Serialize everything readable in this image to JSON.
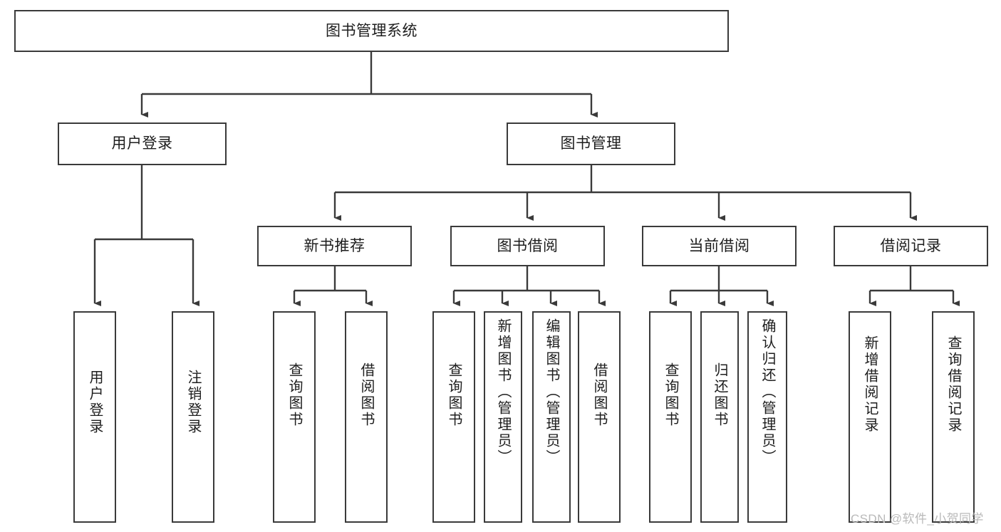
{
  "diagram": {
    "type": "hierarchy-tree",
    "title": "图书管理系统",
    "root": {
      "id": "root",
      "label": "图书管理系统"
    },
    "level2": [
      {
        "id": "user-login",
        "label": "用户登录"
      },
      {
        "id": "book-manage",
        "label": "图书管理"
      }
    ],
    "level3": [
      {
        "id": "new-book-rec",
        "label": "新书推荐",
        "parent": "book-manage"
      },
      {
        "id": "book-borrow",
        "label": "图书借阅",
        "parent": "book-manage"
      },
      {
        "id": "current-borrow",
        "label": "当前借阅",
        "parent": "book-manage"
      },
      {
        "id": "borrow-record",
        "label": "借阅记录",
        "parent": "book-manage"
      }
    ],
    "leaves": [
      {
        "id": "leaf-user-login",
        "label": "用户登录",
        "parent": "user-login"
      },
      {
        "id": "leaf-logout",
        "label": "注销登录",
        "parent": "user-login"
      },
      {
        "id": "leaf-query-book-1",
        "label": "查询图书",
        "parent": "new-book-rec"
      },
      {
        "id": "leaf-borrow-book-1",
        "label": "借阅图书",
        "parent": "new-book-rec"
      },
      {
        "id": "leaf-query-book-2",
        "label": "查询图书",
        "parent": "book-borrow"
      },
      {
        "id": "leaf-add-book",
        "label": "新增图书（管理员）",
        "parent": "book-borrow"
      },
      {
        "id": "leaf-edit-book",
        "label": "编辑图书（管理员）",
        "parent": "book-borrow"
      },
      {
        "id": "leaf-borrow-book-2",
        "label": "借阅图书",
        "parent": "book-borrow"
      },
      {
        "id": "leaf-query-book-3",
        "label": "查询图书",
        "parent": "current-borrow"
      },
      {
        "id": "leaf-return-book",
        "label": "归还图书",
        "parent": "current-borrow"
      },
      {
        "id": "leaf-confirm-return",
        "label": "确认归还（管理员）",
        "parent": "current-borrow"
      },
      {
        "id": "leaf-add-record",
        "label": "新增借阅记录",
        "parent": "borrow-record"
      },
      {
        "id": "leaf-query-record",
        "label": "查询借阅记录",
        "parent": "borrow-record"
      }
    ],
    "colors": {
      "stroke": "#3a3a3a",
      "background": "#ffffff",
      "text": "#1d1d1d",
      "watermark": "#b9b9b9"
    }
  },
  "watermark": {
    "text": "CSDN @软件_小贺同学"
  }
}
